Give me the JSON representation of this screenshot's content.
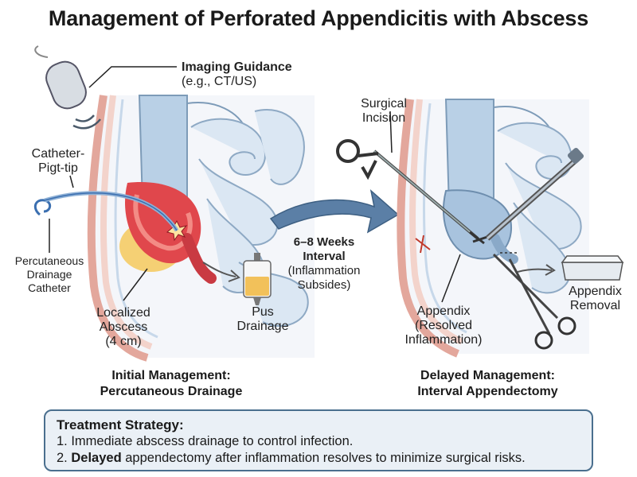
{
  "title": "Management of Perforated Appendicitis with Abscess",
  "left_panel": {
    "imaging_title": "Imaging Guidance",
    "imaging_sub": "(e.g., CT/US)",
    "catheter_tip_1": "Catheter-",
    "catheter_tip_2": "Pigt-tip",
    "perc_1": "Percutaneous",
    "perc_2": "Drainage",
    "perc_3": "Catheter",
    "abscess_1": "Localized",
    "abscess_2": "Abscess",
    "abscess_3": "(4 cm)",
    "pus_1": "Pus",
    "pus_2": "Drainage",
    "caption_1": "Initial Management:",
    "caption_2": "Percutaneous Drainage"
  },
  "interval": {
    "line_1": "6–8 Weeks",
    "line_2": "Interval",
    "line_3": "(Inflammation",
    "line_4": "Subsides)"
  },
  "right_panel": {
    "incision_1": "Surgical",
    "incision_2": "Incision",
    "appendix_1": "Appendix",
    "appendix_2": "(Resolved",
    "appendix_3": "Inflammation)",
    "removal_1": "Appendix",
    "removal_2": "Removal",
    "caption_1": "Delayed Management:",
    "caption_2": "Interval Appendectomy"
  },
  "strategy": {
    "heading": "Treatment Strategy:",
    "item1": "1. Immediate abscess drainage to control infection.",
    "item2_prefix": "2. ",
    "item2_bold": "Delayed",
    "item2_rest": " appendectomy after inflammation resolves to minimize surgical risks."
  },
  "colors": {
    "bowel": "#b9d0e6",
    "bowel_outline": "#7d9bb8",
    "inflamed": "#e0474c",
    "abscess": "#f3c45a",
    "skin": "#f0c9c0",
    "arrow": "#5b7fa6",
    "box_border": "#4a6f8e",
    "box_fill": "#eaf0f6"
  }
}
